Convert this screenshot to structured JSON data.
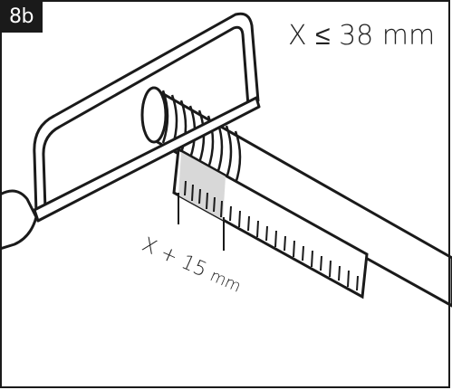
{
  "step": {
    "label": "8b"
  },
  "constraint": {
    "text": "X ≤ 38 mm"
  },
  "dimension": {
    "x_symbol": "X",
    "plus": "+",
    "number": "15",
    "unit": "mm"
  },
  "colors": {
    "ink": "#1a1a1a",
    "badge": "#1a1a1a",
    "highlight": "#d8d8d8",
    "background": "#ffffff"
  },
  "icons": {
    "tool": "hacksaw-icon",
    "part": "threaded-rod-icon",
    "scale": "ruler-icon"
  }
}
